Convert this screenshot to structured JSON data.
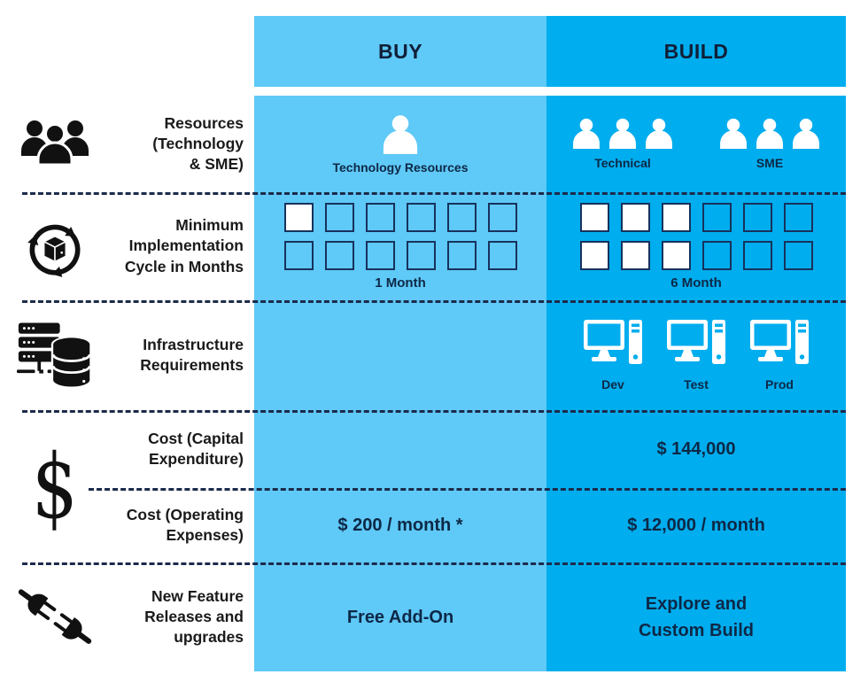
{
  "header": {
    "buy_label": "BUY",
    "build_label": "BUILD"
  },
  "colors": {
    "buy_column": "#5FC9F7",
    "build_column": "#00ADEE",
    "cell_text": "#0D2846",
    "separator": "#1C2B4C"
  },
  "rows": {
    "resources": {
      "label_lines": [
        "Resources",
        "(Technology",
        "& SME)"
      ],
      "buy_caption": "Technology Resources",
      "build_groups": [
        {
          "label": "Technical",
          "count": 3
        },
        {
          "label": "SME",
          "count": 3
        }
      ]
    },
    "implementation": {
      "label_lines": [
        "Minimum",
        "Implementation",
        "Cycle in Months"
      ],
      "buy": {
        "caption": "1 Month",
        "squares_total": 12,
        "filled_indices": [
          0
        ]
      },
      "build": {
        "caption": "6 Month",
        "squares_total": 12,
        "filled_indices": [
          0,
          1,
          2,
          6,
          7,
          8
        ]
      }
    },
    "infrastructure": {
      "label_lines": [
        "Infrastructure",
        "Requirements"
      ],
      "build_environments": [
        "Dev",
        "Test",
        "Prod"
      ]
    },
    "capex": {
      "label_lines": [
        "Cost (Capital",
        "Expenditure)"
      ],
      "dollar_glyph": "$",
      "build_value": "$ 144,000"
    },
    "opex": {
      "label_lines": [
        "Cost (Operating",
        "Expenses)"
      ],
      "buy_value": "$ 200 / month *",
      "build_value": "$ 12,000 / month"
    },
    "features": {
      "label_lines": [
        "New Feature",
        "Releases and",
        "upgrades"
      ],
      "buy_value": "Free Add-On",
      "build_value_lines": [
        "Explore and",
        "Custom Build"
      ]
    }
  }
}
